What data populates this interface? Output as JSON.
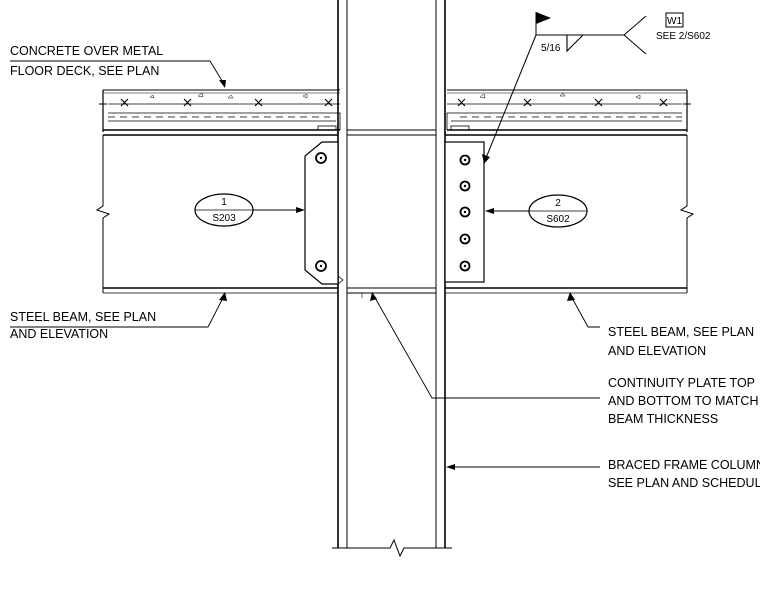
{
  "notes": {
    "deck": [
      "CONCRETE OVER METAL",
      "FLOOR DECK, SEE PLAN"
    ],
    "beam_left": [
      "STEEL BEAM, SEE PLAN",
      "AND ELEVATION"
    ],
    "beam_right": [
      "STEEL BEAM, SEE PLAN",
      "AND ELEVATION"
    ],
    "continuity": [
      "CONTINUITY PLATE TOP",
      "AND BOTTOM TO MATCH",
      "BEAM THICKNESS"
    ],
    "column": [
      "BRACED FRAME COLUMN,",
      "SEE PLAN AND SCHEDULE"
    ]
  },
  "detail_tags": [
    {
      "number": "1",
      "sheet": "S203"
    },
    {
      "number": "2",
      "sheet": "S602"
    }
  ],
  "weld": {
    "size": "5/16",
    "tag": "W1",
    "reference": "SEE 2/S602"
  }
}
